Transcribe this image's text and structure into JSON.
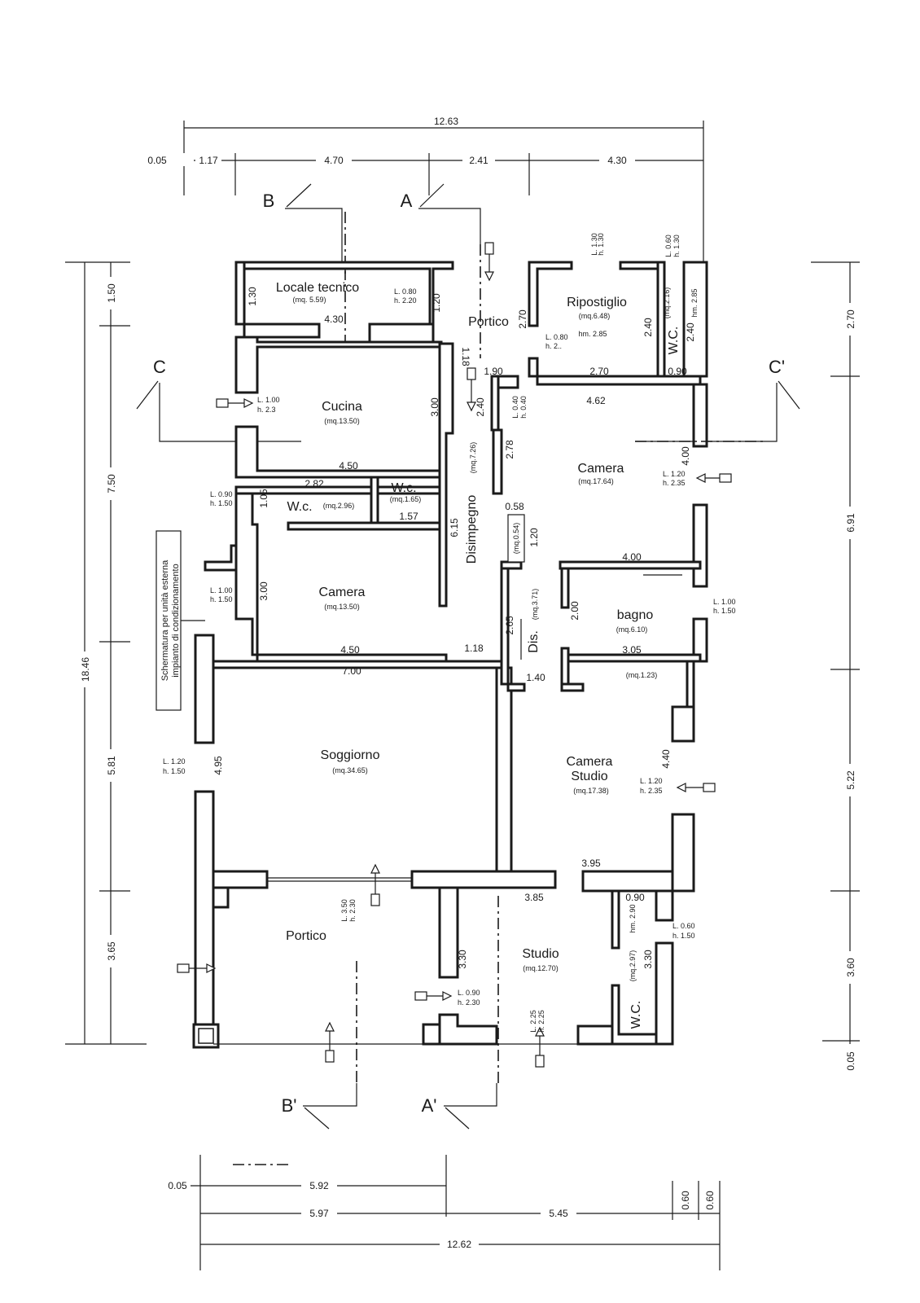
{
  "rooms": {
    "locale_tecnico": {
      "name": "Locale tecnico",
      "area": "(mq. 5.59)"
    },
    "portico_top": {
      "name": "Portico"
    },
    "ripostiglio": {
      "name": "Ripostiglio",
      "area": "(mq.6.48)",
      "height": "hm. 2.85"
    },
    "wc_top": {
      "name": "W.C.",
      "area": "(mq.2.16)",
      "height": "hm. 2.85"
    },
    "cucina": {
      "name": "Cucina",
      "area": "(mq.13.50)"
    },
    "camera_right": {
      "name": "Camera",
      "area": "(mq.17.64)"
    },
    "wc_a": {
      "name": "W.c.",
      "area": "(mq.2.96)"
    },
    "wc_b": {
      "name": "W.c.",
      "area": "(mq.1.65)"
    },
    "disimpegno": {
      "name": "Disimpegno",
      "area": "(mq.7.26)"
    },
    "camera_left": {
      "name": "Camera",
      "area": "(mq.13.50)"
    },
    "bagno": {
      "name": "bagno",
      "area": "(mq.6.10)"
    },
    "dis": {
      "name": "Dis.",
      "area": "(mq.3.71)"
    },
    "soggiorno": {
      "name": "Soggiorno",
      "area": "(mq.34.65)"
    },
    "camera_studio": {
      "name_1": "Camera",
      "name_2": "Studio",
      "area": "(mq.17.38)"
    },
    "portico_bottom": {
      "name": "Portico"
    },
    "studio": {
      "name": "Studio",
      "area": "(mq.12.70)"
    },
    "wc_bottom": {
      "name": "W.C.",
      "area": "(mq.2.97)",
      "height": "hm. 2.90"
    },
    "small_closet_area": "(mq.0.54)",
    "small_area_123": "(mq.1.23)"
  },
  "sections": {
    "B": "B",
    "A": "A",
    "C": "C",
    "C_prime": "C'",
    "B_prime": "B'",
    "A_prime": "A'"
  },
  "note": {
    "line1": "Schermatura per unità esterna",
    "line2": "impianto di condizionamento"
  },
  "dims_top": {
    "total": "12.63",
    "d0": "0.05",
    "d1": "1.17",
    "d2": "4.70",
    "d3": "2.41",
    "d4": "4.30"
  },
  "dims_left": {
    "total": "18.46",
    "d1": "1.50",
    "d2": "7.50",
    "d3": "5.81",
    "d4": "3.65"
  },
  "dims_right": {
    "d1": "2.70",
    "d2": "6.91",
    "d3": "5.22",
    "d4": "3.60",
    "d5": "0.05"
  },
  "dims_bottom": {
    "d0": "0.05",
    "d1": "5.92",
    "d2": "5.97",
    "d3": "5.45",
    "d4": "0.60",
    "d5": "0.60",
    "total": "12.62"
  },
  "inner": {
    "lt_130": "1.30",
    "lt_430": "4.30",
    "lt_120": "1.20",
    "port_270": "2.70",
    "port_118": "1.18",
    "port_190": "1.90",
    "rip_270": "2.70",
    "rip_240": "2.40",
    "wc_240": "2.40",
    "wc_090": "0.90",
    "cuc_300": "3.00",
    "cuc_450": "4.50",
    "dis_240": "2.40",
    "dis_040": "0.40",
    "cam_462": "4.62",
    "cam_278": "2.78",
    "cam_400": "4.00",
    "wc_282": "2.82",
    "wc_105": "1.05",
    "wc_157": "1.57",
    "dis_615": "6.15",
    "d_058": "0.58",
    "d_120": "1.20",
    "cam2_300": "3.00",
    "cam2_450": "4.50",
    "bg_400": "4.00",
    "bg_200": "2.00",
    "bg_305": "3.05",
    "dis_265": "2.65",
    "d_118": "1.18",
    "d_140": "1.40",
    "sog_700": "7.00",
    "sog_495": "4.95",
    "cs_440": "4.40",
    "cs_395": "3.95",
    "st_385": "3.85",
    "st_330": "3.30",
    "wc_090b": "0.90",
    "wc_330": "3.30"
  },
  "openings": {
    "o1": {
      "l": "L. 0.80",
      "h": "h. 2.20"
    },
    "o2": {
      "l": "L. 0.80",
      "h": "h. 2.."
    },
    "o3": {
      "l": "L. 1.00",
      "h": "h. 2.3"
    },
    "o4": {
      "l": "L. 1.20",
      "h": "h. 2.35"
    },
    "o5": {
      "l": "L. 0.90",
      "h": "h. 1.50"
    },
    "o6": {
      "l": "L. 1.00",
      "h": "h. 1.50"
    },
    "o7": {
      "l": "L. 1.00",
      "h": "h. 1.50"
    },
    "o8": {
      "l": "L. 1.20",
      "h": "h. 1.50"
    },
    "o9": {
      "l": "L. 1.20",
      "h": "h. 2.35"
    },
    "o10": {
      "l": "L. 3.50",
      "h": "h. 2.30"
    },
    "o11": {
      "l": "L. 0.60",
      "h": "h. 1.50"
    },
    "o12": {
      "l": "L. 0.90",
      "h": "h. 2.30"
    },
    "o13": {
      "l": "L. 2.25",
      "h": "h. 2.25"
    },
    "o14": {
      "l": "L. 0.60",
      "h": "h. 1.30"
    },
    "o15": {
      "l": "L. 0.40",
      "h": "h. 0.40"
    },
    "o16": {
      "l": "L. 1.30",
      "h": "h. 1.30"
    }
  }
}
